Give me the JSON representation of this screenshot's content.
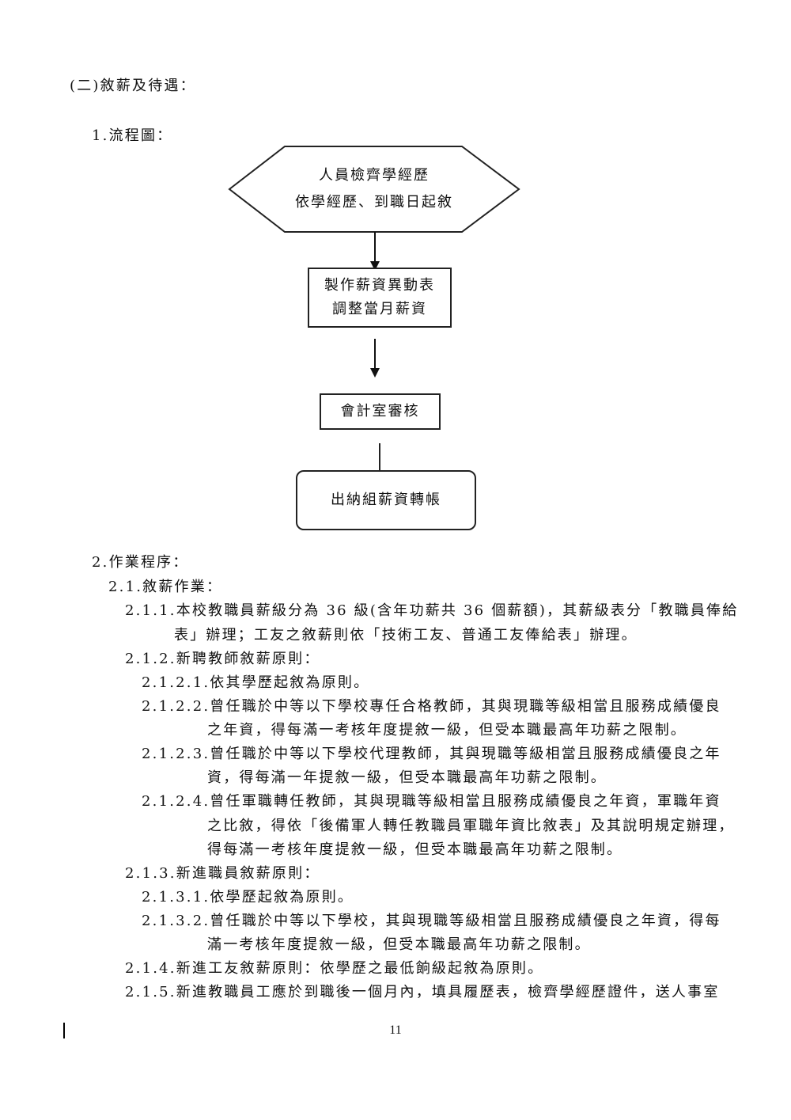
{
  "section_title": "(二)敘薪及待遇：",
  "flowchart": {
    "heading": "1.流程圖：",
    "step1": {
      "line1": "人員檢齊學經歷",
      "line2": "依學經歷、到職日起敘"
    },
    "step2": {
      "line1": "製作薪資異動表",
      "line2": "調整當月薪資"
    },
    "step3": {
      "label": "會計室審核"
    },
    "step4": {
      "label": "出納組薪資轉帳"
    }
  },
  "procedure": {
    "heading": "2.作業程序：",
    "items": [
      "2.1.敘薪作業：",
      "2.1.1.本校教職員薪級分為 36 級(含年功薪共 36 個薪額)，其薪級表分「教職員俸給",
      "表」辦理；工友之敘薪則依「技術工友、普通工友俸給表」辦理。",
      "2.1.2.新聘教師敘薪原則：",
      "2.1.2.1.依其學歷起敘為原則。",
      "2.1.2.2.曾任職於中等以下學校專任合格教師，其與現職等級相當且服務成績優良",
      "之年資，得每滿一考核年度提敘一級，但受本職最高年功薪之限制。",
      "2.1.2.3.曾任職於中等以下學校代理教師，其與現職等級相當且服務成績優良之年",
      "資，得每滿一年提敘一級，但受本職最高年功薪之限制。",
      "2.1.2.4.曾任軍職轉任教師，其與現職等級相當且服務成績優良之年資，軍職年資",
      "之比敘，得依「後備軍人轉任教職員軍職年資比敘表」及其說明規定辦理，",
      "得每滿一考核年度提敘一級，但受本職最高年功薪之限制。",
      "2.1.3.新進職員敘薪原則：",
      "2.1.3.1.依學歷起敘為原則。",
      "2.1.3.2.曾任職於中等以下學校，其與現職等級相當且服務成績優良之年資，得每",
      "滿一考核年度提敘一級，但受本職最高年功薪之限制。",
      "2.1.4.新進工友敘薪原則：依學歷之最低餉級起敘為原則。",
      "2.1.5.新進教職員工應於到職後一個月內，填具履歷表，檢齊學經歷證件，送人事室"
    ]
  },
  "footer": {
    "page_number": "11"
  }
}
